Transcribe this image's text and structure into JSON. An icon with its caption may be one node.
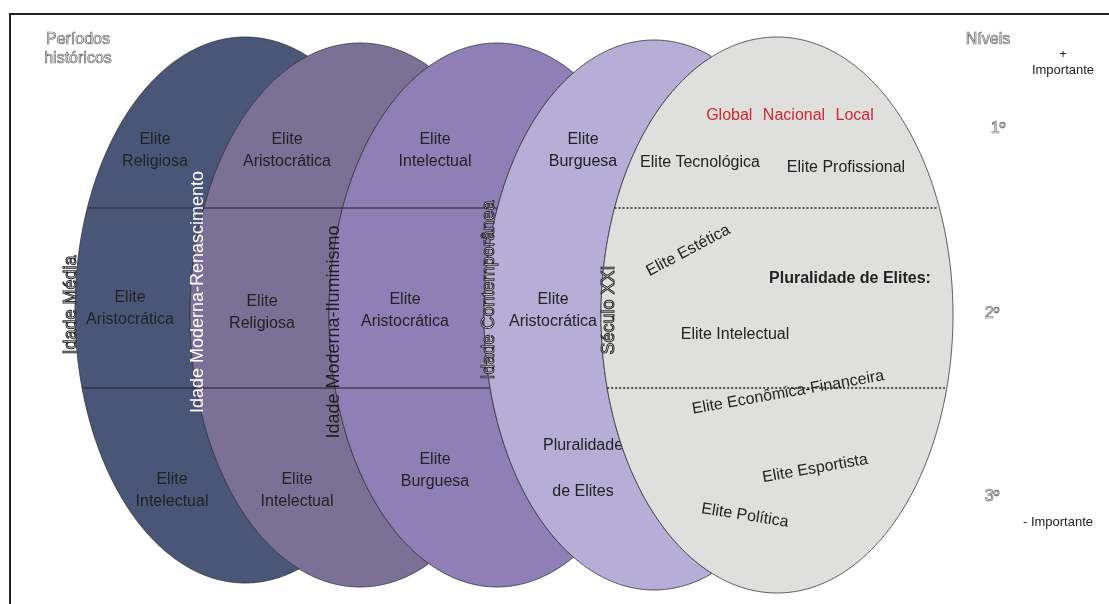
{
  "diagram": {
    "nodes": [
      {
        "text": [
          "Elite Religiosa",
          "Elite Aristocrática",
          "Elite Intelectual"
        ]
      },
      {
        "text": [
          "Elite Aristocrática",
          "Elite Religiosa",
          "Elite Intelectual"
        ]
      },
      {
        "text": [
          "Elite Intelectual",
          "Elite Aristocrática",
          "Elite Burguesa"
        ]
      },
      {
        "text": [
          "Elite Burguesa",
          "Elite Aristocrática",
          "Pluralidade de Elites"
        ]
      },
      {
        "text": [
          "Global Nacional Local",
          "Elite Tecnológica",
          "Elite Profissional",
          "Elite Estética",
          "Pluralidade de Elites:",
          "Elite Intelectual",
          "Elite Econômica-Financeira",
          "Elite Esportista",
          "Elite Política"
        ]
      }
    ],
    "labels": [
      "Períodos históricos",
      "Níveis",
      "+ Importante",
      "1º",
      "Idade Média",
      "Idade Moderna-Renascimento",
      "Idade Moderna-Iluminismo",
      "Idade Contemporânea",
      "Século XXI",
      "2º",
      "3º",
      "- Importante"
    ]
  }
}
